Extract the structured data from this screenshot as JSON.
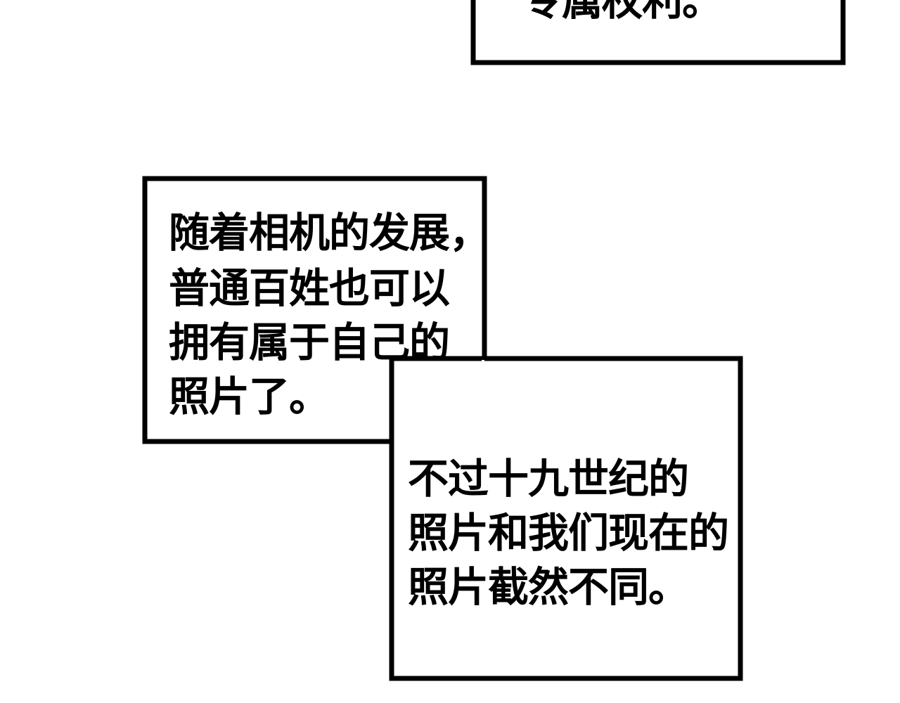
{
  "panels": {
    "top_box": {
      "lines": [
        "专属权利。"
      ]
    },
    "middle_box": {
      "lines": [
        "随着相机的发展，",
        "普通百姓也可以",
        "拥有属于自己的",
        "照片了。"
      ]
    },
    "lower_box": {
      "lines": [
        "不过十九世纪的",
        "照片和我们现在的",
        "照片截然不同。"
      ]
    }
  },
  "colors": {
    "background": "#ffffff",
    "border": "#000000",
    "text": "#000000"
  }
}
